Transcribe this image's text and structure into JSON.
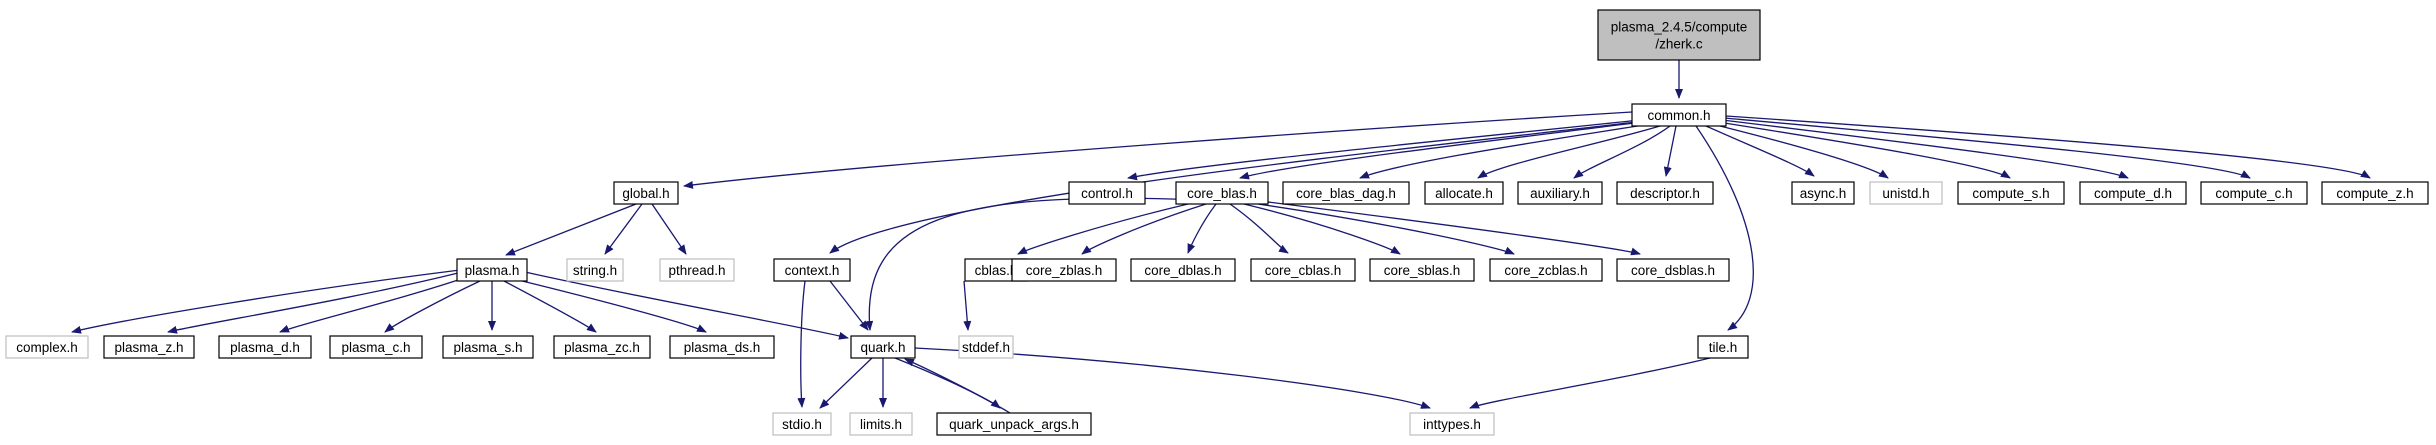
{
  "colors": {
    "edge": "#191970",
    "node_border": "#000000",
    "ghost_border": "#bfbfbf",
    "root_fill": "#bfbfbf",
    "node_fill": "#ffffff"
  },
  "nodes": [
    {
      "id": "root",
      "lines": [
        "plasma_2.4.5/compute",
        "/zherk.c"
      ],
      "kind": "root"
    },
    {
      "id": "common",
      "lines": [
        "common.h"
      ],
      "kind": "normal"
    },
    {
      "id": "global",
      "lines": [
        "global.h"
      ],
      "kind": "normal"
    },
    {
      "id": "control",
      "lines": [
        "control.h"
      ],
      "kind": "normal"
    },
    {
      "id": "core_blas",
      "lines": [
        "core_blas.h"
      ],
      "kind": "normal"
    },
    {
      "id": "core_blas_dag",
      "lines": [
        "core_blas_dag.h"
      ],
      "kind": "normal"
    },
    {
      "id": "allocate",
      "lines": [
        "allocate.h"
      ],
      "kind": "normal"
    },
    {
      "id": "auxiliary",
      "lines": [
        "auxiliary.h"
      ],
      "kind": "normal"
    },
    {
      "id": "descriptor",
      "lines": [
        "descriptor.h"
      ],
      "kind": "normal"
    },
    {
      "id": "async",
      "lines": [
        "async.h"
      ],
      "kind": "normal"
    },
    {
      "id": "unistd",
      "lines": [
        "unistd.h"
      ],
      "kind": "ghost"
    },
    {
      "id": "compute_s",
      "lines": [
        "compute_s.h"
      ],
      "kind": "normal"
    },
    {
      "id": "compute_d",
      "lines": [
        "compute_d.h"
      ],
      "kind": "normal"
    },
    {
      "id": "compute_c",
      "lines": [
        "compute_c.h"
      ],
      "kind": "normal"
    },
    {
      "id": "compute_z",
      "lines": [
        "compute_z.h"
      ],
      "kind": "normal"
    },
    {
      "id": "plasma",
      "lines": [
        "plasma.h"
      ],
      "kind": "normal"
    },
    {
      "id": "string",
      "lines": [
        "string.h"
      ],
      "kind": "ghost"
    },
    {
      "id": "pthread",
      "lines": [
        "pthread.h"
      ],
      "kind": "ghost"
    },
    {
      "id": "context",
      "lines": [
        "context.h"
      ],
      "kind": "normal"
    },
    {
      "id": "cblas",
      "lines": [
        "cblas.h"
      ],
      "kind": "normal"
    },
    {
      "id": "core_zblas",
      "lines": [
        "core_zblas.h"
      ],
      "kind": "normal"
    },
    {
      "id": "core_dblas",
      "lines": [
        "core_dblas.h"
      ],
      "kind": "normal"
    },
    {
      "id": "core_cblas",
      "lines": [
        "core_cblas.h"
      ],
      "kind": "normal"
    },
    {
      "id": "core_sblas",
      "lines": [
        "core_sblas.h"
      ],
      "kind": "normal"
    },
    {
      "id": "core_zcblas",
      "lines": [
        "core_zcblas.h"
      ],
      "kind": "normal"
    },
    {
      "id": "core_dsblas",
      "lines": [
        "core_dsblas.h"
      ],
      "kind": "normal"
    },
    {
      "id": "complex",
      "lines": [
        "complex.h"
      ],
      "kind": "ghost"
    },
    {
      "id": "plasma_z",
      "lines": [
        "plasma_z.h"
      ],
      "kind": "normal"
    },
    {
      "id": "plasma_d",
      "lines": [
        "plasma_d.h"
      ],
      "kind": "normal"
    },
    {
      "id": "plasma_c",
      "lines": [
        "plasma_c.h"
      ],
      "kind": "normal"
    },
    {
      "id": "plasma_s",
      "lines": [
        "plasma_s.h"
      ],
      "kind": "normal"
    },
    {
      "id": "plasma_zc",
      "lines": [
        "plasma_zc.h"
      ],
      "kind": "normal"
    },
    {
      "id": "plasma_ds",
      "lines": [
        "plasma_ds.h"
      ],
      "kind": "normal"
    },
    {
      "id": "quark",
      "lines": [
        "quark.h"
      ],
      "kind": "normal"
    },
    {
      "id": "stddef",
      "lines": [
        "stddef.h"
      ],
      "kind": "ghost"
    },
    {
      "id": "tile",
      "lines": [
        "tile.h"
      ],
      "kind": "normal"
    },
    {
      "id": "stdio",
      "lines": [
        "stdio.h"
      ],
      "kind": "ghost"
    },
    {
      "id": "limits",
      "lines": [
        "limits.h"
      ],
      "kind": "ghost"
    },
    {
      "id": "quark_unpack_args",
      "lines": [
        "quark_unpack_args.h"
      ],
      "kind": "normal"
    },
    {
      "id": "inttypes",
      "lines": [
        "inttypes.h"
      ],
      "kind": "ghost"
    }
  ],
  "edges": [
    [
      "root",
      "common"
    ],
    [
      "common",
      "global"
    ],
    [
      "common",
      "context"
    ],
    [
      "common",
      "control"
    ],
    [
      "common",
      "core_blas"
    ],
    [
      "common",
      "core_blas_dag"
    ],
    [
      "common",
      "allocate"
    ],
    [
      "common",
      "auxiliary"
    ],
    [
      "common",
      "descriptor"
    ],
    [
      "common",
      "tile"
    ],
    [
      "common",
      "async"
    ],
    [
      "common",
      "unistd"
    ],
    [
      "common",
      "compute_s"
    ],
    [
      "common",
      "compute_d"
    ],
    [
      "common",
      "compute_c"
    ],
    [
      "common",
      "compute_z"
    ],
    [
      "global",
      "plasma"
    ],
    [
      "global",
      "string"
    ],
    [
      "global",
      "pthread"
    ],
    [
      "plasma",
      "complex"
    ],
    [
      "plasma",
      "plasma_z"
    ],
    [
      "plasma",
      "plasma_d"
    ],
    [
      "plasma",
      "plasma_c"
    ],
    [
      "plasma",
      "plasma_s"
    ],
    [
      "plasma",
      "plasma_zc"
    ],
    [
      "plasma",
      "plasma_ds"
    ],
    [
      "plasma",
      "quark"
    ],
    [
      "context",
      "quark"
    ],
    [
      "context",
      "stdio"
    ],
    [
      "core_blas",
      "cblas"
    ],
    [
      "core_blas",
      "core_zblas"
    ],
    [
      "core_blas",
      "core_dblas"
    ],
    [
      "core_blas",
      "core_cblas"
    ],
    [
      "core_blas",
      "core_sblas"
    ],
    [
      "core_blas",
      "core_zcblas"
    ],
    [
      "core_blas",
      "core_dsblas"
    ],
    [
      "core_blas",
      "quark"
    ],
    [
      "cblas",
      "stddef"
    ],
    [
      "quark",
      "stdio"
    ],
    [
      "quark",
      "limits"
    ],
    [
      "quark",
      "quark_unpack_args"
    ],
    [
      "quark",
      "inttypes"
    ],
    [
      "quark_unpack_args",
      "quark"
    ],
    [
      "tile",
      "inttypes"
    ]
  ]
}
